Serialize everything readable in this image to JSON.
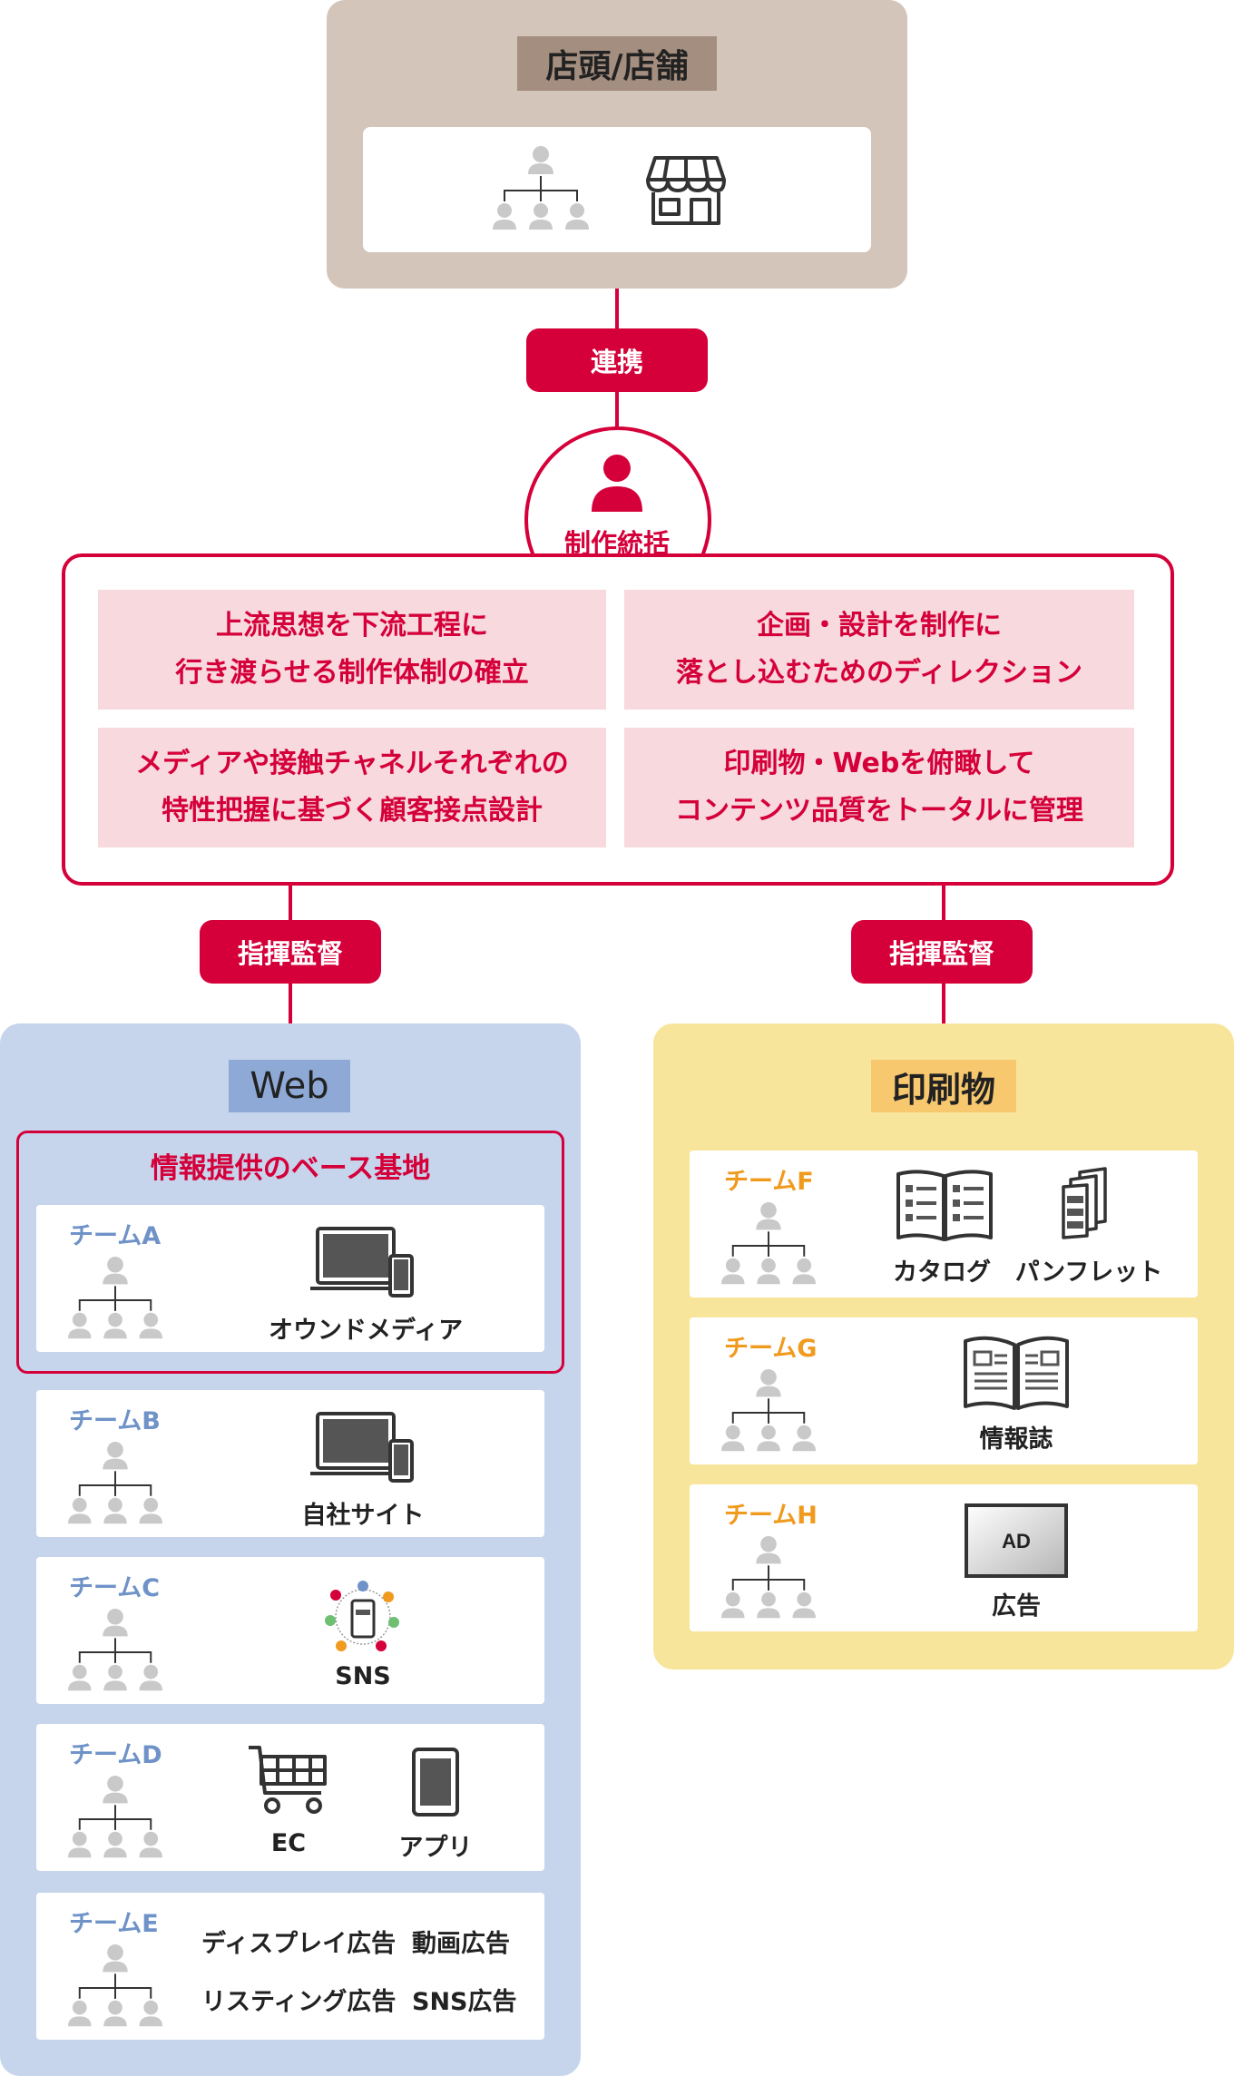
{
  "store": {
    "title": "店頭/店舗",
    "icons": [
      "org-chart-icon",
      "storefront-icon"
    ]
  },
  "link_top": "連携",
  "production": {
    "label": "制作統括",
    "icon": "person-icon",
    "cells": [
      {
        "line1": "上流思想を下流工程に",
        "line2": "行き渡らせる制作体制の確立"
      },
      {
        "line1": "企画・設計を制作に",
        "line2": "落とし込むためのディレクション"
      },
      {
        "line1": "メディアや接触チャネルそれぞれの",
        "line2": "特性把握に基づく顧客接点設計"
      },
      {
        "line1": "印刷物・Webを俯瞰して",
        "line2": "コンテンツ品質をトータルに管理"
      }
    ]
  },
  "supervise_left": "指揮監督",
  "supervise_right": "指揮監督",
  "web": {
    "title": "Web",
    "base_label": "情報提供のベース基地",
    "teams": [
      {
        "name": "チームA",
        "media": [
          "オウンドメディア"
        ],
        "icons": [
          "laptop-phone-icon"
        ]
      },
      {
        "name": "チームB",
        "media": [
          "自社サイト"
        ],
        "icons": [
          "laptop-phone-icon"
        ]
      },
      {
        "name": "チームC",
        "media": [
          "SNS"
        ],
        "icons": [
          "sns-network-icon"
        ]
      },
      {
        "name": "チームD",
        "media": [
          "EC",
          "アプリ"
        ],
        "icons": [
          "shopping-cart-icon",
          "smartphone-icon"
        ]
      },
      {
        "name": "チームE",
        "media": [
          "ディスプレイ広告",
          "動画広告",
          "リスティング広告",
          "SNS広告"
        ],
        "icons": []
      }
    ]
  },
  "print": {
    "title": "印刷物",
    "teams": [
      {
        "name": "チームF",
        "media": [
          "カタログ",
          "パンフレット"
        ],
        "icons": [
          "catalog-icon",
          "pamphlet-icon"
        ]
      },
      {
        "name": "チームG",
        "media": [
          "情報誌"
        ],
        "icons": [
          "magazine-icon"
        ]
      },
      {
        "name": "チームH",
        "media": [
          "広告"
        ],
        "icons": [
          "ad-icon"
        ],
        "ad_text": "AD"
      }
    ]
  },
  "colors": {
    "accent": "#d5003a",
    "store_bg": "#d3c5ba",
    "web_bg": "#c6d5ec",
    "print_bg": "#f8e59c",
    "cell_bg": "#f7d9de",
    "team_blue": "#6f93c8",
    "team_orange": "#f09a1e"
  }
}
